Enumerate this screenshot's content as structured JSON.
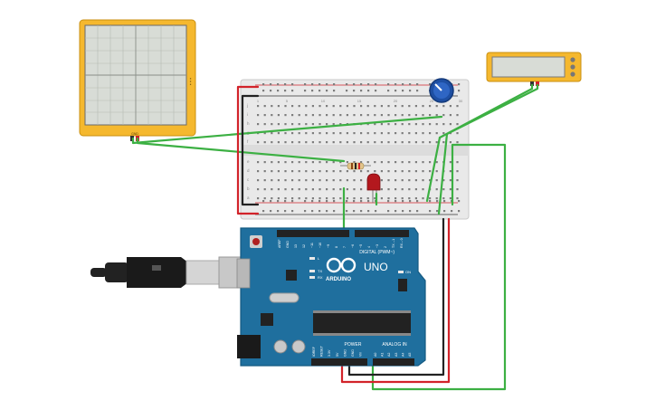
{
  "arduino": {
    "logo_text": "ARDUINO",
    "model_text": "UNO",
    "digital_label": "DIGITAL (PWM~)",
    "power_label": "POWER",
    "analog_label": "ANALOG IN",
    "led_on": "ON",
    "led_l": "L",
    "led_tx": "TX",
    "led_rx": "RX",
    "top_pins": [
      "AREF",
      "GND",
      "13",
      "12",
      "~11",
      "~10",
      "~9",
      "8",
      "7",
      "~6",
      "~5",
      "4",
      "~3",
      "2",
      "TX→1",
      "RX←0"
    ],
    "power_pins": [
      "IOREF",
      "RESET",
      "3.3V",
      "5V",
      "GND",
      "GND",
      "Vin"
    ],
    "analog_pins": [
      "A0",
      "A1",
      "A2",
      "A3",
      "A4",
      "A5"
    ]
  },
  "breadboard": {
    "row_letters_top": [
      "j",
      "i",
      "h",
      "g",
      "f"
    ],
    "row_letters_bottom": [
      "e",
      "d",
      "c",
      "b",
      "a"
    ],
    "column_numbers": [
      "1",
      "5",
      "10",
      "15",
      "20",
      "25",
      "30"
    ]
  },
  "plotter": {
    "pin_label": "GND"
  },
  "meter": {
    "pin_label": "+ -"
  },
  "colors": {
    "board_blue": "#1f6f9e",
    "wire_green": "#3cb043",
    "wire_red": "#d2232a",
    "wire_black": "#222222",
    "instrument_yellow": "#f5b82e"
  }
}
